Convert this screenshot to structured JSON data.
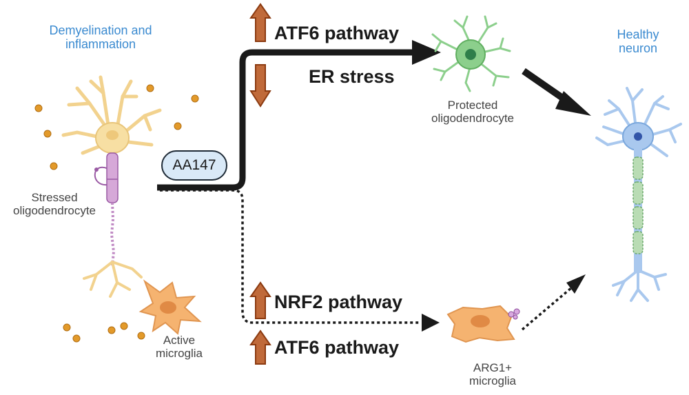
{
  "labels": {
    "demyelination": "Demyelination and inflammation",
    "stressed": "Stressed oligodendrocyte",
    "active_microglia": "Active microglia",
    "drug": "AA147",
    "atf6_top": "ATF6 pathway",
    "er_stress": "ER stress",
    "protected": "Protected oligodendrocyte",
    "healthy": "Healthy neuron",
    "nrf2": "NRF2 pathway",
    "atf6_bottom": "ATF6 pathway",
    "arg1": "ARG1+ microglia"
  },
  "arrows": {
    "atf6_top": "up",
    "er_stress": "down",
    "nrf2": "up",
    "atf6_bottom": "up"
  },
  "colors": {
    "blue_text": "#3a8ad0",
    "arrow_brown": "#b5501e",
    "stressed_cell": "#f7dfa3",
    "myelin": "#c88ac8",
    "protected_cell": "#8ccf8c",
    "neuron": "#a9c8ee",
    "neuron_myelin": "#a8d8a8",
    "microglia": "#f5b370",
    "dots": "#e39a2a",
    "pill_fill": "#d9e9f7"
  }
}
